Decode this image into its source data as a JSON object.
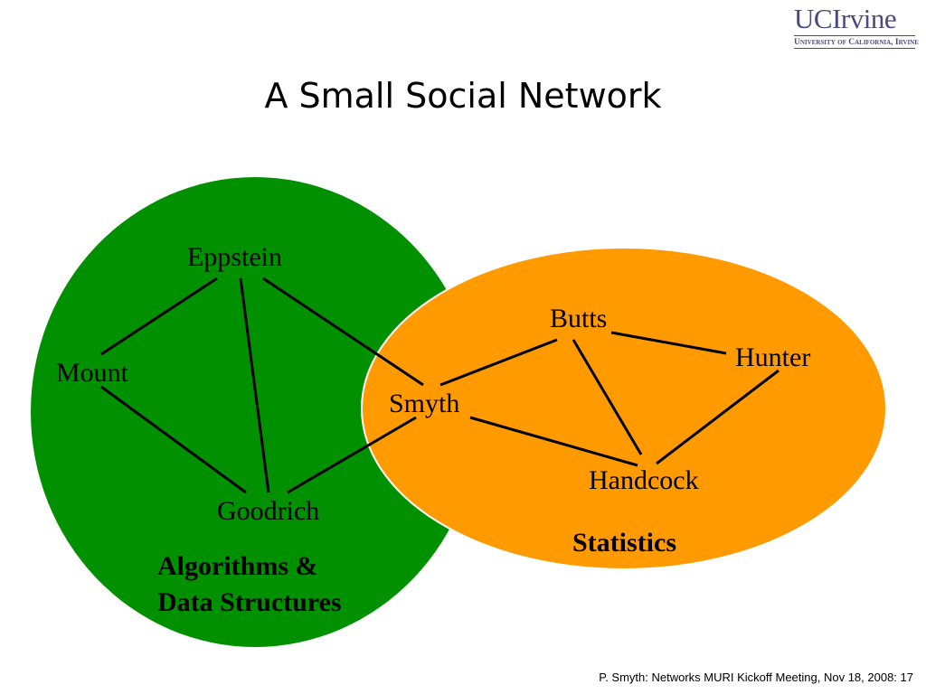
{
  "logo": {
    "main": "UCIrvine",
    "sub": "University of California, Irvine"
  },
  "slide": {
    "title": "A Small Social Network"
  },
  "groups": [
    {
      "id": "algorithms",
      "label_line1": "Algorithms &",
      "label_line2": "Data Structures",
      "color": "#009000"
    },
    {
      "id": "statistics",
      "label_line1": "Statistics",
      "color": "#ff9a00"
    }
  ],
  "nodes": {
    "eppstein": "Eppstein",
    "mount": "Mount",
    "goodrich": "Goodrich",
    "smyth": "Smyth",
    "butts": "Butts",
    "hunter": "Hunter",
    "handcock": "Handcock"
  },
  "edges": [
    [
      "Eppstein",
      "Mount"
    ],
    [
      "Eppstein",
      "Goodrich"
    ],
    [
      "Eppstein",
      "Smyth"
    ],
    [
      "Mount",
      "Goodrich"
    ],
    [
      "Goodrich",
      "Smyth"
    ],
    [
      "Smyth",
      "Butts"
    ],
    [
      "Smyth",
      "Handcock"
    ],
    [
      "Butts",
      "Hunter"
    ],
    [
      "Butts",
      "Handcock"
    ],
    [
      "Hunter",
      "Handcock"
    ]
  ],
  "footer": {
    "text": "P.  Smyth: Networks MURI Kickoff Meeting, Nov 18, 2008: 17"
  }
}
